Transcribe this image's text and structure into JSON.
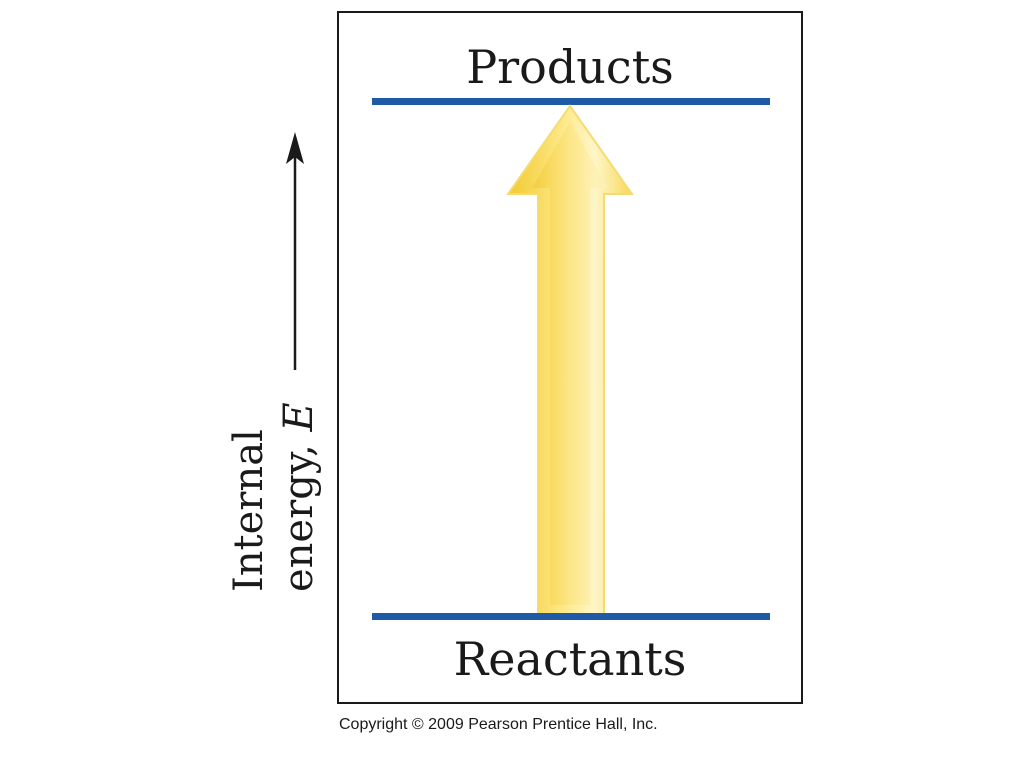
{
  "diagram": {
    "top_level_label": "Products",
    "bottom_level_label": "Reactants",
    "axis_label_line1": "Internal",
    "axis_label_line2_text": "energy, ",
    "axis_label_symbol": "E",
    "colors": {
      "level_line": "#1f5aa6",
      "arrow_fill": "#f5d24a",
      "arrow_highlight": "#fff6c8",
      "border": "#1a1a1a"
    }
  },
  "footer": {
    "copyright": "Copyright © 2009 Pearson Prentice Hall, Inc."
  }
}
